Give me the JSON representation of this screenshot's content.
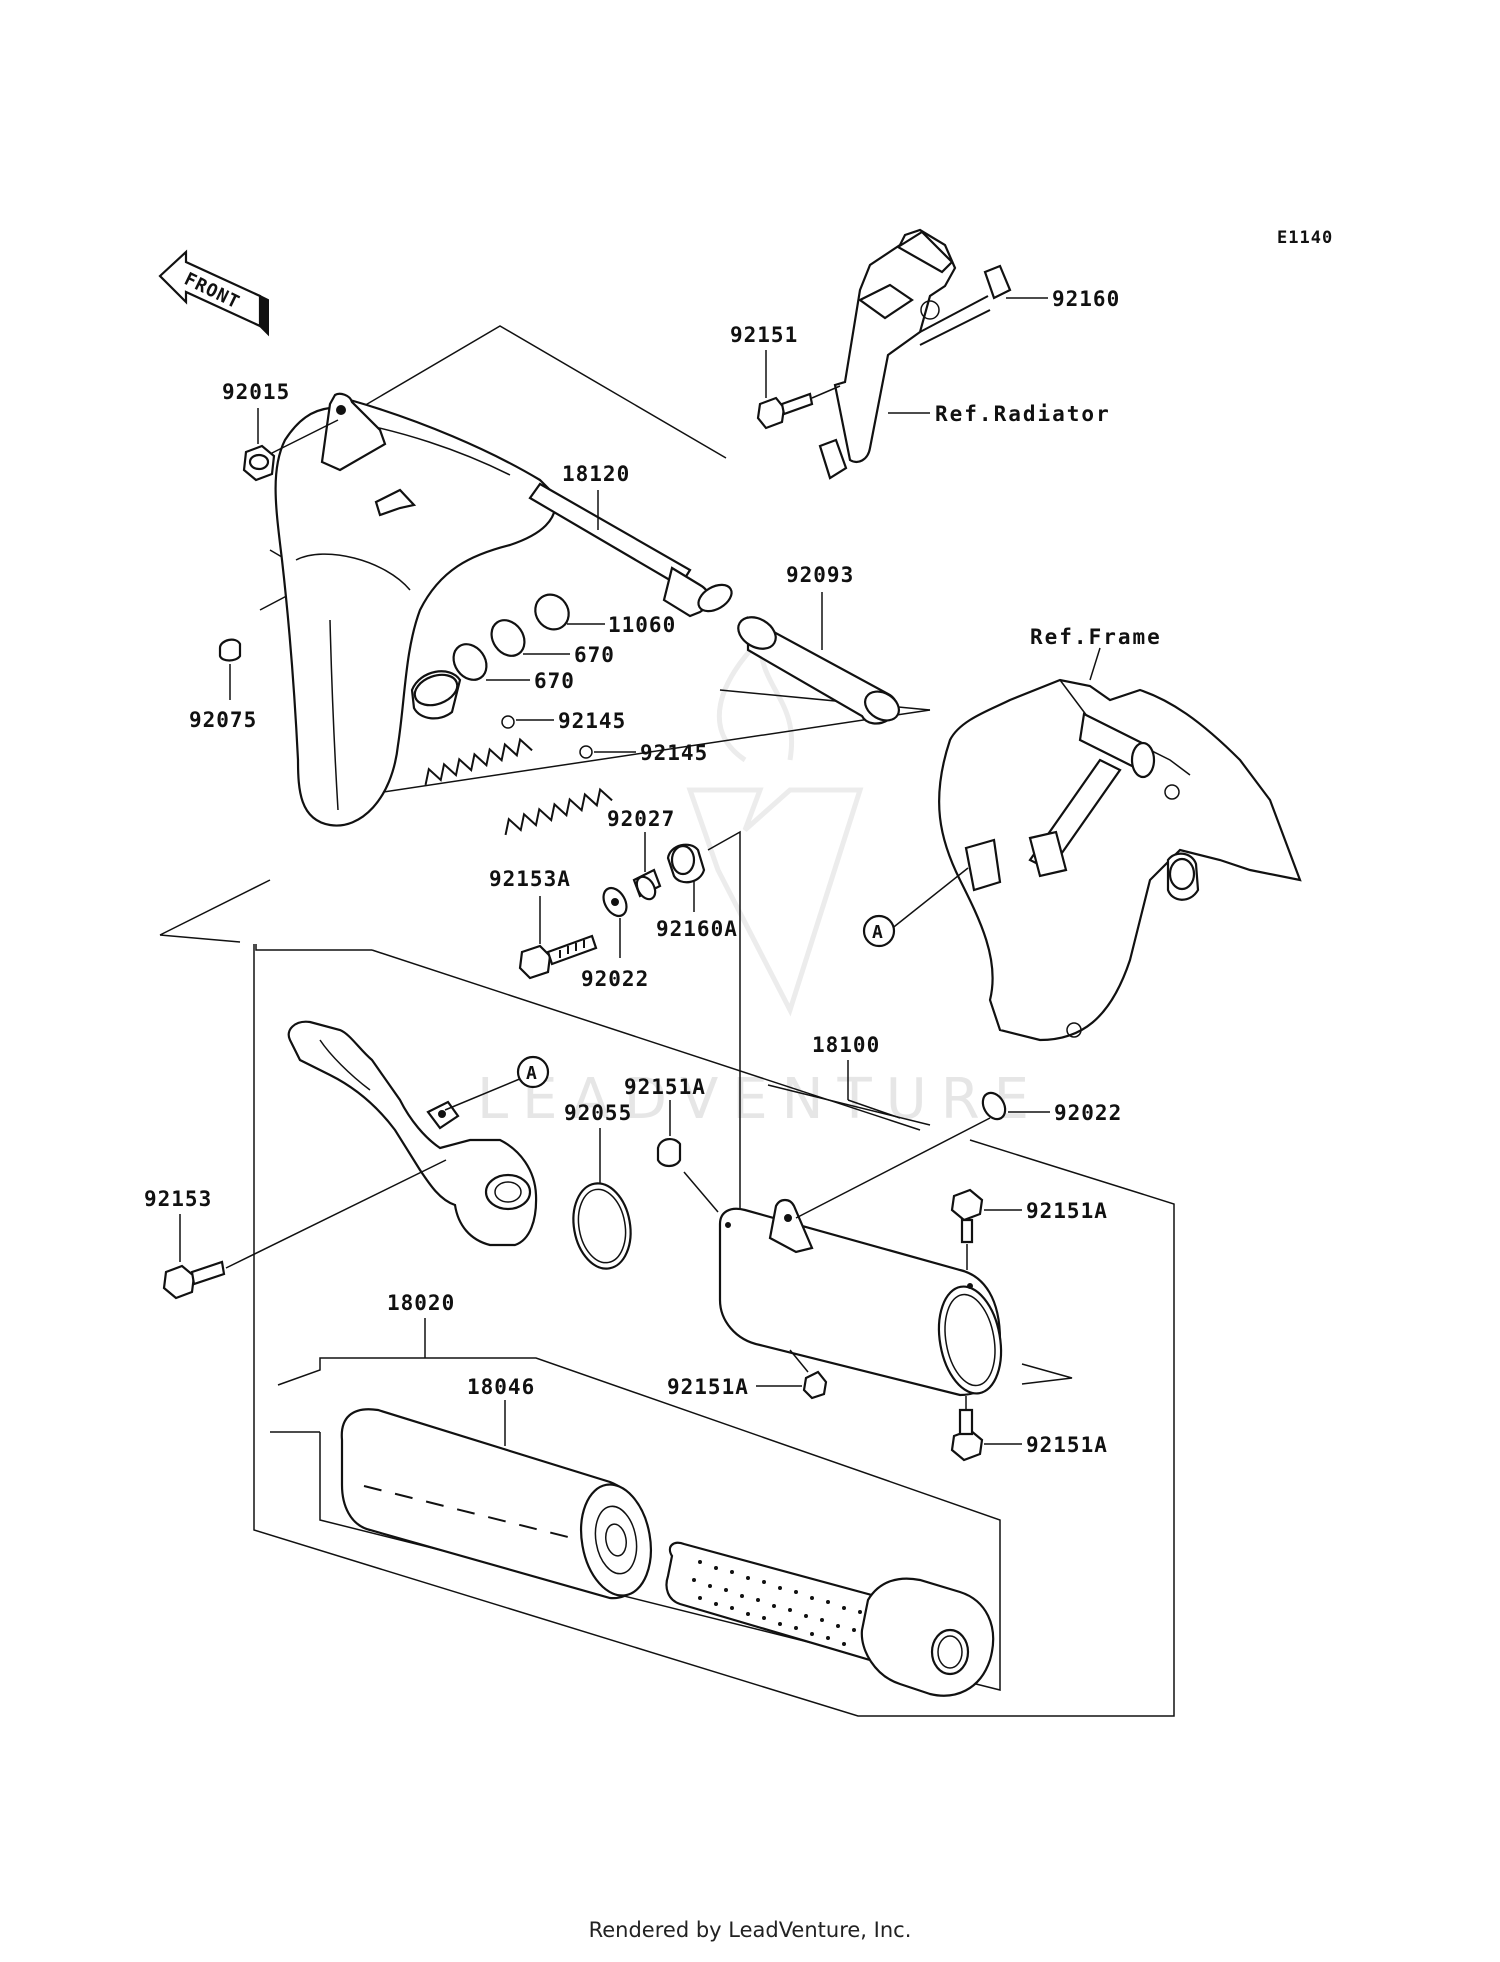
{
  "diagram_code": "E1140",
  "front_label": "FRONT",
  "reference_labels": {
    "radiator": "Ref.Radiator",
    "frame": "Ref.Frame"
  },
  "connection_marker": "A",
  "part_numbers": {
    "p92160": "92160",
    "p92151_top": "92151",
    "p92015": "92015",
    "p18120": "18120",
    "p92093": "92093",
    "p11060": "11060",
    "p670_a": "670",
    "p670_b": "670",
    "p92075": "92075",
    "p92145_a": "92145",
    "p92145_b": "92145",
    "p92027": "92027",
    "p92153A": "92153A",
    "p92160A": "92160A",
    "p92022_a": "92022",
    "p18100": "18100",
    "p92151A_1": "92151A",
    "p92055": "92055",
    "p92022_b": "92022",
    "p92153": "92153",
    "p92151A_2": "92151A",
    "p18020": "18020",
    "p18046": "18046",
    "p92151A_3": "92151A",
    "p92151A_4": "92151A"
  },
  "watermark": "LEADVENTURE",
  "footer": "Rendered by LeadVenture, Inc."
}
